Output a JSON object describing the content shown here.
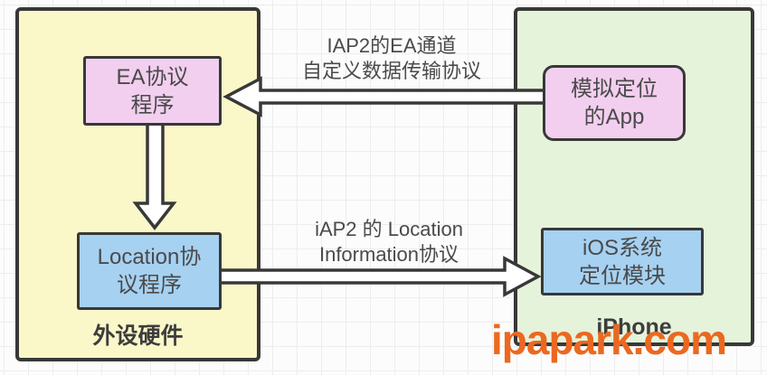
{
  "containers": {
    "left": {
      "label": "外设硬件"
    },
    "right": {
      "label": "iPhone"
    }
  },
  "boxes": {
    "ea": {
      "line1": "EA协议",
      "line2": "程序"
    },
    "location": {
      "line1": "Location协",
      "line2": "议程序"
    },
    "app": {
      "line1": "模拟定位",
      "line2": "的App"
    },
    "ios": {
      "line1": "iOS系统",
      "line2": "定位模块"
    }
  },
  "arrows": {
    "top": {
      "label_line1": "IAP2的EA通道",
      "label_line2": "自定义数据传输协议",
      "direction": "right-to-left"
    },
    "vertical": {
      "direction": "down"
    },
    "bottom": {
      "label_line1": "iAP2 的 Location",
      "label_line2": "Information协议",
      "direction": "left-to-right"
    }
  },
  "watermark": {
    "text": "ipapark.com"
  },
  "colors": {
    "container_yellow": "#faf7c9",
    "container_green": "#e5f3da",
    "box_pink": "#f2cfef",
    "box_blue": "#a6d1f1",
    "border_dark": "#383838",
    "text_gray": "#4a4a4a",
    "watermark_orange": "#ec6820",
    "grid_line": "#ededed"
  }
}
